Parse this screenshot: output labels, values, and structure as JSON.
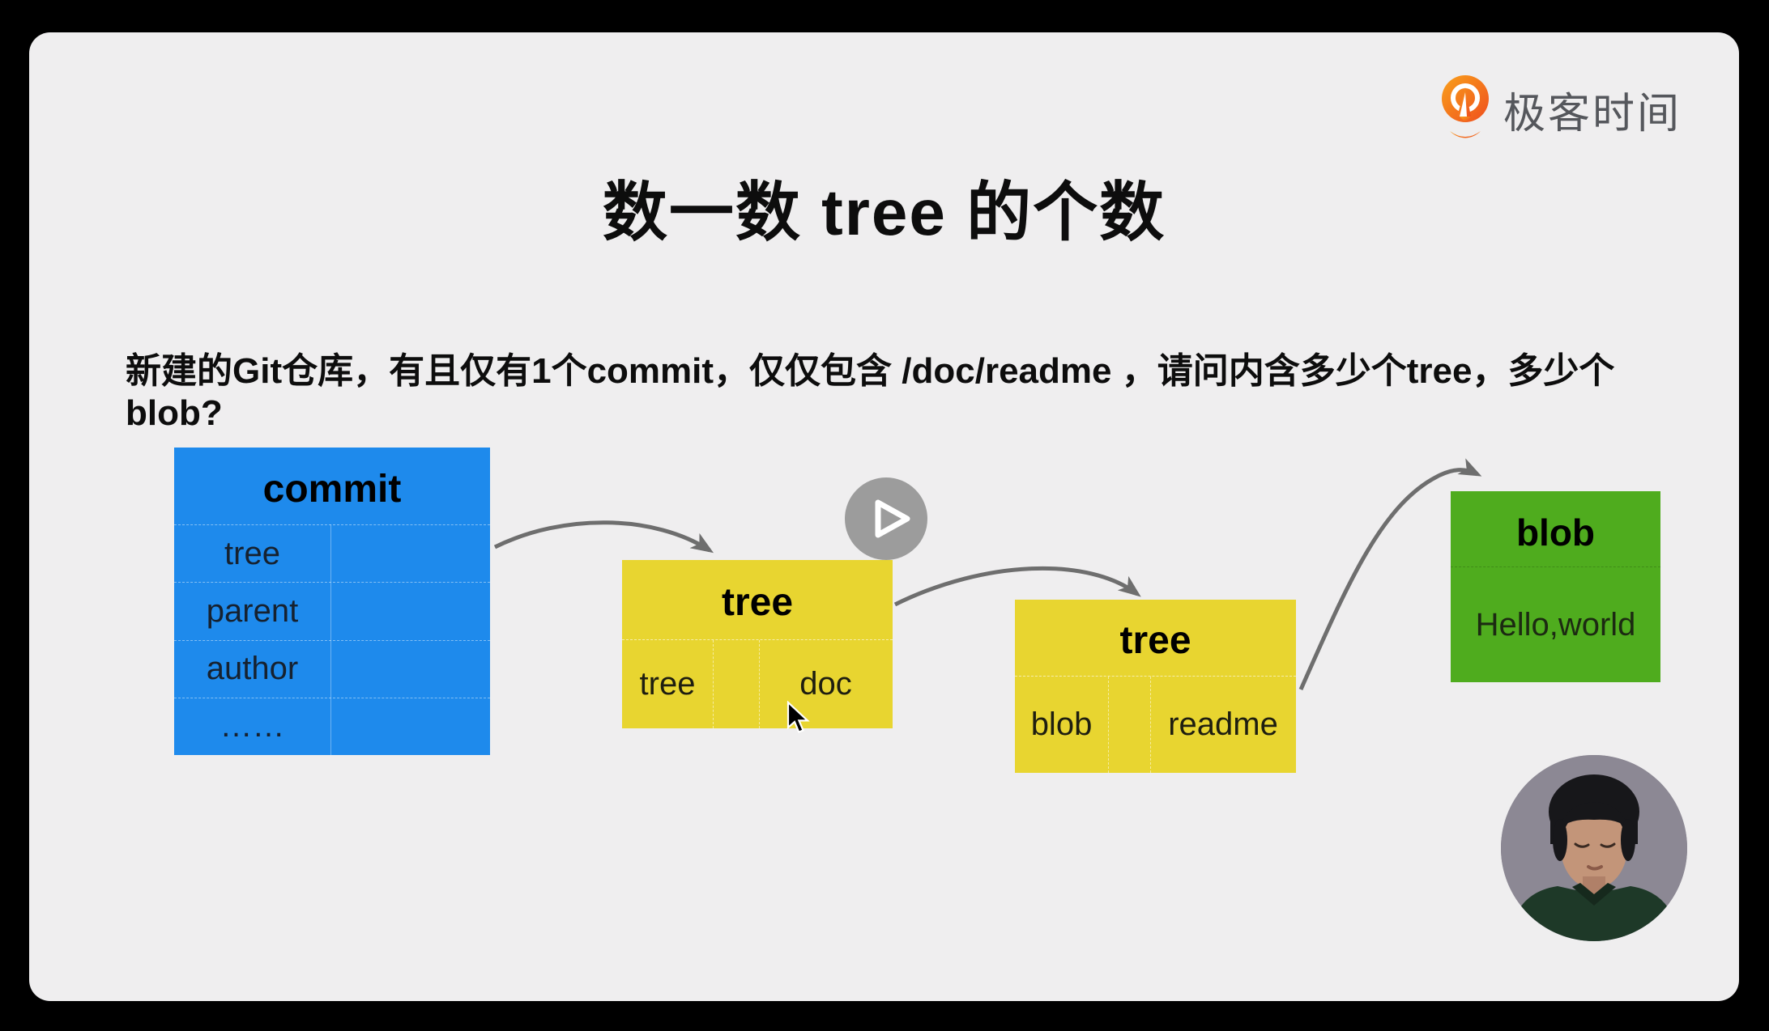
{
  "window": {
    "background": "#000000"
  },
  "slide": {
    "background": "#EFEEEF"
  },
  "logo": {
    "text": "极客时间",
    "icon": "geektime-q-pin",
    "icon_color": "#F4651F",
    "text_color": "#55575C"
  },
  "title": "数一数 tree 的个数",
  "question": "新建的Git仓库，有且仅有1个commit，仅仅包含 /doc/readme ，请问内含多少个tree，多少个blob?",
  "diagram": {
    "commit_box": {
      "title": "commit",
      "color": "#1E8AEC",
      "rows": [
        "tree",
        "parent",
        "author",
        "……"
      ]
    },
    "tree_box_1": {
      "title": "tree",
      "color": "#E8D530",
      "cells": {
        "left": "tree",
        "right": "doc"
      }
    },
    "tree_box_2": {
      "title": "tree",
      "color": "#E8D530",
      "cells": {
        "left": "blob",
        "right": "readme"
      }
    },
    "blob_box": {
      "title": "blob",
      "color": "#4FAC1E",
      "content": "Hello,world"
    },
    "arrow_color": "#6E6E6E"
  },
  "player": {
    "play_icon": "play-triangle",
    "button_color": "#9C9C9C"
  },
  "presenter": {
    "avatar": "presenter-webcam-photo"
  }
}
